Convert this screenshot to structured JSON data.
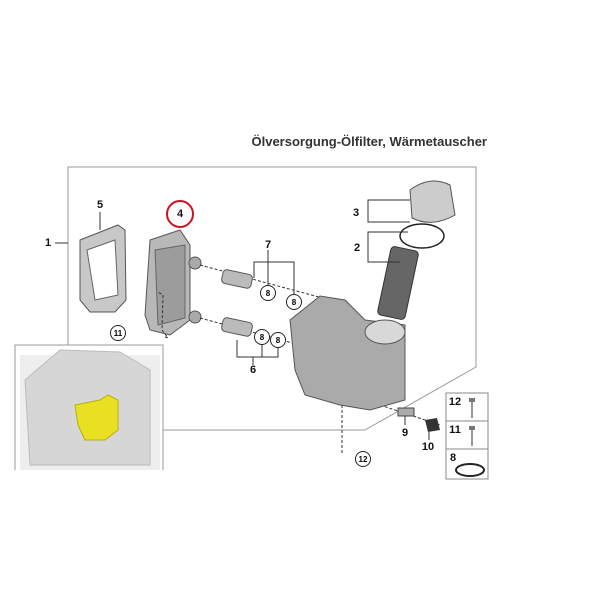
{
  "title": "Ölversorgung-Ölfilter, Wärmetauscher",
  "callouts": {
    "n1": "1",
    "n2": "2",
    "n3": "3",
    "n4": "4",
    "n5": "5",
    "n6": "6",
    "n7": "7",
    "n8": "8",
    "n9": "9",
    "n10": "10",
    "n11": "11",
    "n12": "12"
  },
  "legend": [
    "12",
    "11",
    "8"
  ],
  "highlight_color": "#d01020",
  "inset_highlight_color": "#e8e020"
}
